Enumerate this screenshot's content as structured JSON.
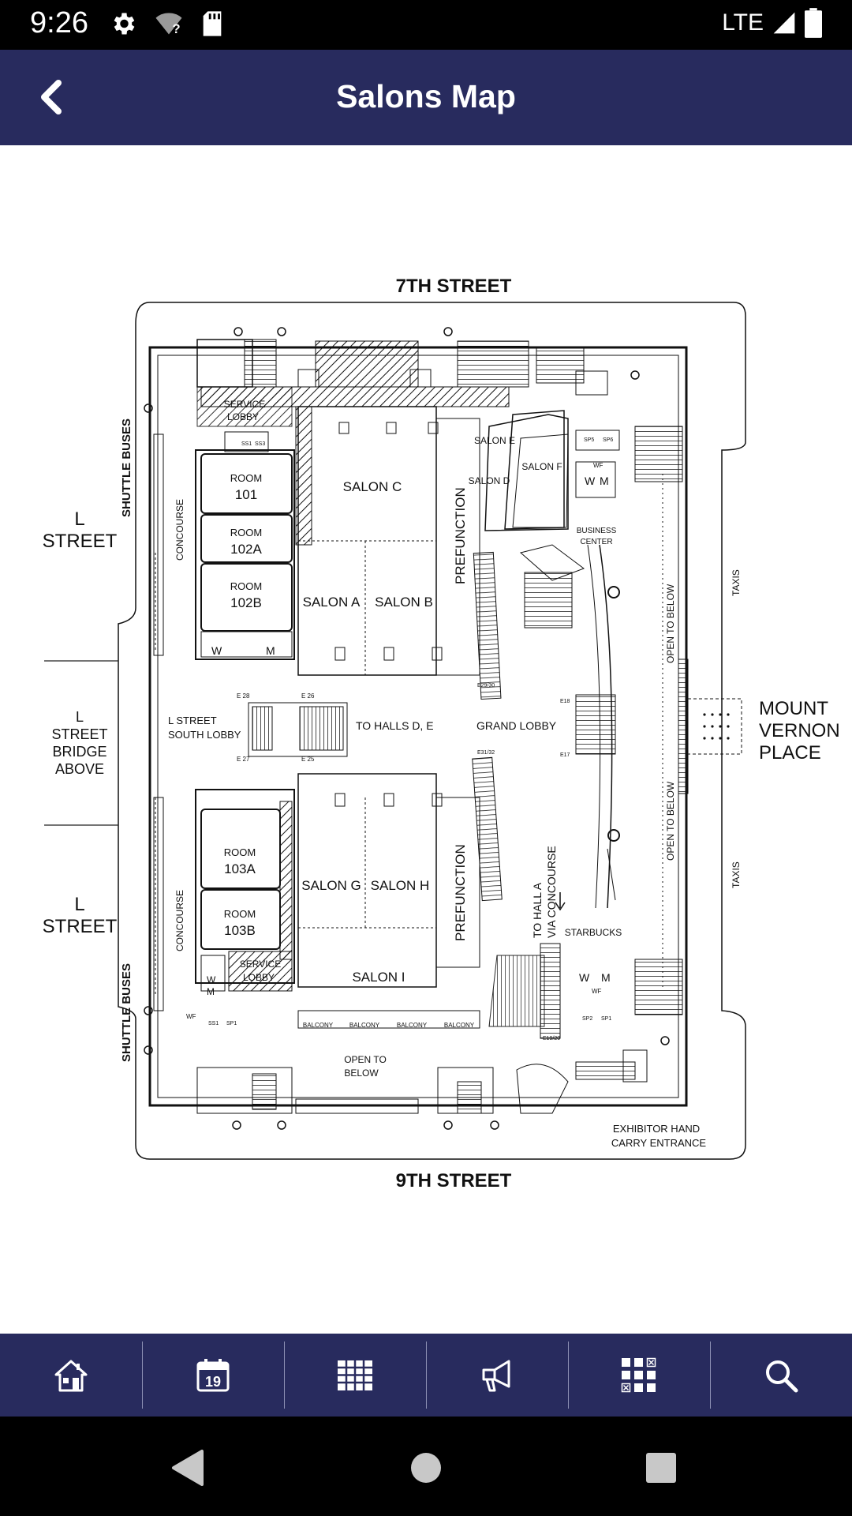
{
  "status_bar": {
    "time": "9:26",
    "network": "LTE",
    "icons": [
      "gear-icon",
      "wifi-unknown-icon",
      "sd-card-icon",
      "signal-icon",
      "battery-icon"
    ]
  },
  "header": {
    "title": "Salons Map",
    "back_icon": "chevron-left-icon"
  },
  "colors": {
    "brand": "#282b5e",
    "status_bar": "#000000",
    "map_ink": "#111111"
  },
  "map": {
    "streets": {
      "north": "7TH STREET",
      "south": "9TH STREET",
      "west_top": [
        "L",
        "STREET"
      ],
      "west_bottom": [
        "L",
        "STREET"
      ],
      "west_bridge": [
        "L",
        "STREET",
        "BRIDGE",
        "ABOVE"
      ],
      "east": [
        "MOUNT",
        "VERNON",
        "PLACE"
      ]
    },
    "labels": {
      "shuttle_buses_top": "SHUTTLE BUSES",
      "shuttle_buses_bottom": "SHUTTLE BUSES",
      "concourse_top": "CONCOURSE",
      "concourse_bottom": "CONCOURSE",
      "taxis_top": "TAXIS",
      "taxis_bottom": "TAXIS",
      "open_below_top": "OPEN TO BELOW",
      "open_below_bottom": "OPEN TO BELOW",
      "service_lobby_top": [
        "SERVICE",
        "LOBBY"
      ],
      "service_lobby_bottom": [
        "SERVICE",
        "LOBBY"
      ],
      "l_street_south_lobby": [
        "L STREET",
        "SOUTH LOBBY"
      ],
      "to_halls": "TO HALLS D, E",
      "grand_lobby": "GRAND LOBBY",
      "prefunction_top": "PREFUNCTION",
      "prefunction_bottom": "PREFUNCTION",
      "business_center": [
        "BUSINESS",
        "CENTER"
      ],
      "to_hall_a": [
        "TO HALL A",
        "VIA CONCOURSE"
      ],
      "starbucks": "STARBUCKS",
      "open_to_below_south": [
        "OPEN TO",
        "BELOW"
      ],
      "exhibitor_entrance": [
        "EXHIBITOR HAND",
        "CARRY ENTRANCE"
      ],
      "balcony": "BALCONY",
      "ss1": "SS1",
      "ss3": "SS3",
      "sp1": "SP1",
      "sp2": "SP2",
      "sp5": "SP5",
      "sp6": "SP6",
      "wf": "WF",
      "w": "W",
      "m": "M",
      "e28": "E 28",
      "e26": "E 26",
      "e27": "E 27",
      "e25": "E 25",
      "e29_30": "E29/30",
      "e31_32": "E31/32",
      "e19_20": "E19/20",
      "e18": "E18",
      "e17": "E17"
    },
    "rooms": {
      "room_101": [
        "ROOM",
        "101"
      ],
      "room_102a": [
        "ROOM",
        "102A"
      ],
      "room_102b": [
        "ROOM",
        "102B"
      ],
      "room_103a": [
        "ROOM",
        "103A"
      ],
      "room_103b": [
        "ROOM",
        "103B"
      ]
    },
    "salons": {
      "a": "SALON A",
      "b": "SALON B",
      "c": "SALON C",
      "d": "SALON D",
      "e": "SALON E",
      "f": "SALON F",
      "g": "SALON G",
      "h": "SALON H",
      "i": "SALON I"
    }
  },
  "bottom_nav": [
    {
      "id": "home",
      "icon": "home-icon"
    },
    {
      "id": "schedule",
      "icon": "calendar-icon",
      "badge": "19"
    },
    {
      "id": "grid",
      "icon": "grid-icon"
    },
    {
      "id": "announcements",
      "icon": "megaphone-icon"
    },
    {
      "id": "apps",
      "icon": "apps-icon"
    },
    {
      "id": "search",
      "icon": "search-icon"
    }
  ],
  "system_nav": [
    "back-triangle-icon",
    "home-circle-icon",
    "recents-square-icon"
  ]
}
